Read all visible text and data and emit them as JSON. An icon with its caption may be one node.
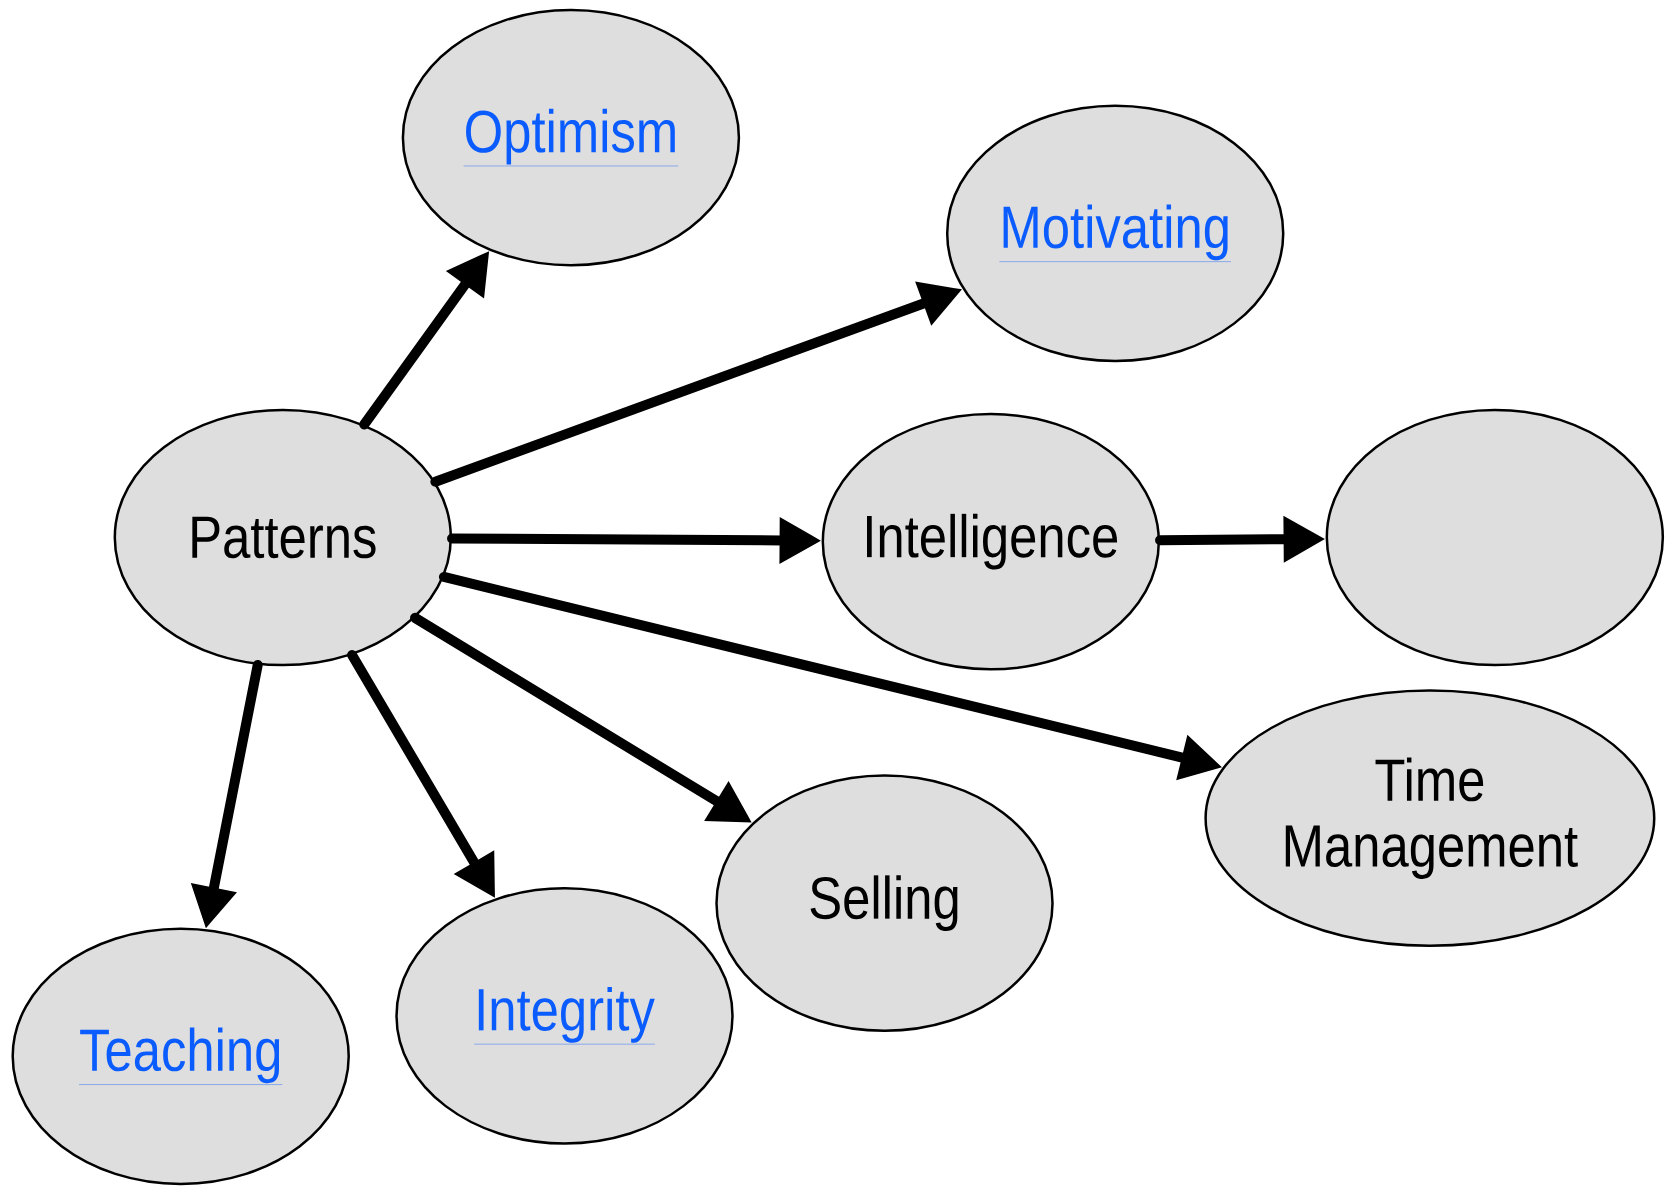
{
  "diagram": {
    "nodes": [
      {
        "text": [
          "Optimism"
        ]
      },
      {
        "text": [
          "Motivating"
        ]
      },
      {
        "text": [
          "Patterns"
        ]
      },
      {
        "text": [
          "Intelligence"
        ]
      },
      {
        "text": [],
        "shape": "ellipse"
      },
      {
        "text": [
          "Time Management"
        ]
      },
      {
        "text": [
          "Selling"
        ]
      },
      {
        "text": [
          "Integrity"
        ]
      },
      {
        "text": [
          "Teaching"
        ]
      }
    ],
    "edges": [
      {
        "from": 2,
        "to": 0,
        "arrow": "to"
      },
      {
        "from": 2,
        "to": 1,
        "arrow": "to"
      },
      {
        "from": 2,
        "to": 3,
        "arrow": "to"
      },
      {
        "from": 3,
        "to": 4,
        "arrow": "to"
      },
      {
        "from": 2,
        "to": 5,
        "arrow": "to"
      },
      {
        "from": 2,
        "to": 6,
        "arrow": "to"
      },
      {
        "from": 2,
        "to": 7,
        "arrow": "to"
      },
      {
        "from": 2,
        "to": 8,
        "arrow": "to"
      }
    ]
  }
}
